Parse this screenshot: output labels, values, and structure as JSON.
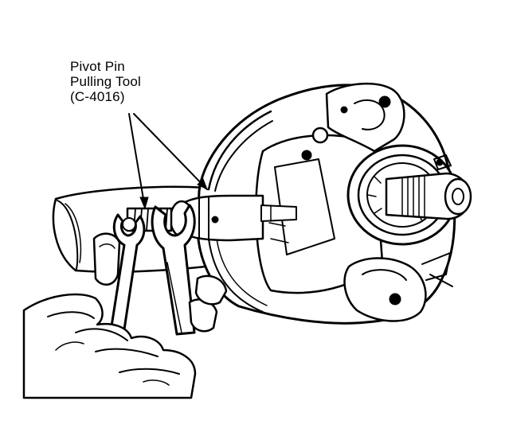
{
  "callout": {
    "line1": "Pivot Pin",
    "line2": "Pulling Tool",
    "line3": "(C-4016)"
  },
  "colors": {
    "ink": "#000000",
    "paper": "#ffffff"
  }
}
